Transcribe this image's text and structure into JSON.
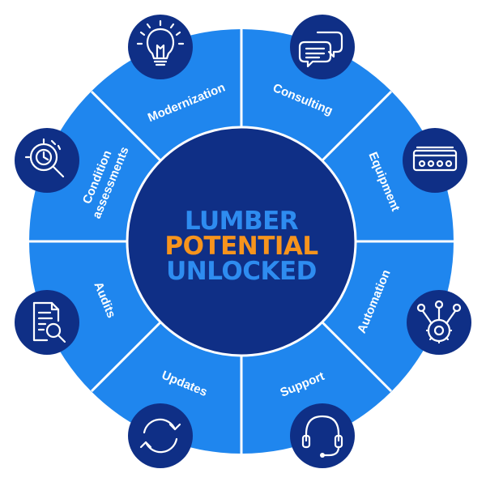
{
  "center": {
    "line1": "LUMBER",
    "line2": "POTENTIAL",
    "line3": "UNLOCKED"
  },
  "segments": [
    {
      "label": "Modernization",
      "icon": "lightbulb-icon"
    },
    {
      "label": "Consulting",
      "icon": "chat-bubbles-icon"
    },
    {
      "label": "Equipment",
      "icon": "conveyor-icon"
    },
    {
      "label": "Automation",
      "icon": "gear-network-icon"
    },
    {
      "label": "Support",
      "icon": "headset-icon"
    },
    {
      "label": "Updates",
      "icon": "refresh-icon"
    },
    {
      "label": "Audits",
      "icon": "document-magnifier-icon"
    },
    {
      "label": "Condition assessments",
      "label_line1": "Condition",
      "label_line2": "assessments",
      "icon": "gear-magnifier-icon"
    }
  ],
  "colors": {
    "ring": "#1f86ee",
    "divider": "#ffffff",
    "center": "#0f2f86",
    "icon_disc": "#0f2f86",
    "text_blue": "#2e8cf0",
    "text_orange": "#f7941d"
  }
}
